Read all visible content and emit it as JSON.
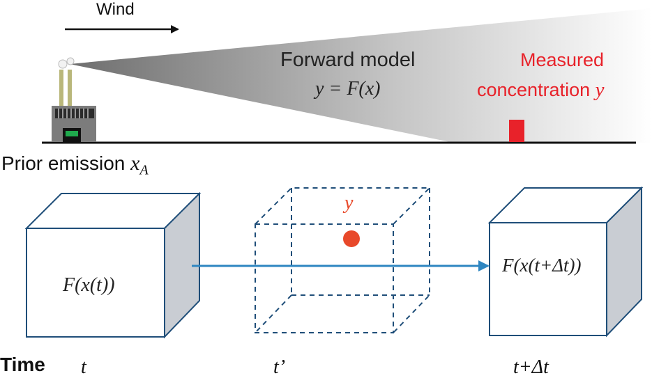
{
  "top": {
    "wind_label": "Wind",
    "forward_model_label": "Forward model",
    "forward_model_equation": "y = F(x)",
    "measured_line1": "Measured",
    "measured_line2": "concentration",
    "measured_var": "y",
    "prior_label": "Prior emission",
    "prior_var": "x",
    "prior_sub": "A"
  },
  "cubes": {
    "left_label": "F(x(t))",
    "middle_label": "y",
    "right_label": "F(x(t+Δt))"
  },
  "time_axis": {
    "label": "Time",
    "t1": "t",
    "t2": "t’",
    "t3": "t+Δt"
  },
  "colors": {
    "red": "#e8222a",
    "cube_stroke": "#1f4e79",
    "cube_side": "#c9cdd3",
    "arrow": "#2e86c1",
    "dot": "#e8492a"
  }
}
